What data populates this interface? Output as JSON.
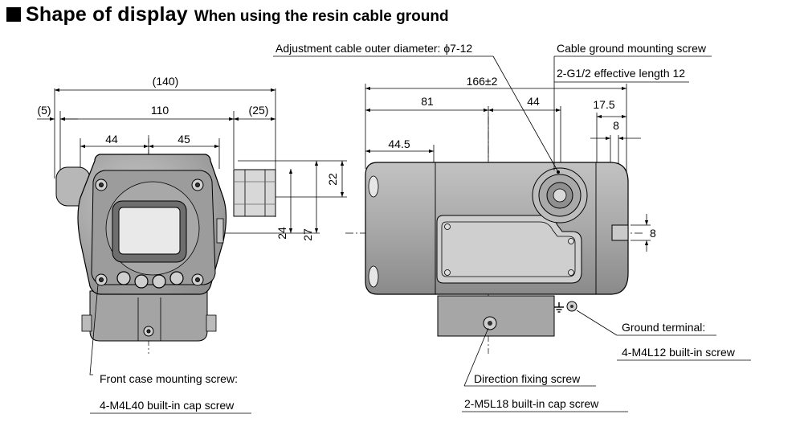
{
  "title": {
    "heading": "Shape of display",
    "subheading": "When using the resin cable ground"
  },
  "front_view": {
    "dim_overall": "(140)",
    "dim_left_offset": "(5)",
    "dim_body_width": "110",
    "dim_right_offset": "(25)",
    "dim_left_half": "44",
    "dim_right_half": "45",
    "dim_cable_height": "22",
    "dim_center_to_cable": "24",
    "dim_center_to_top": "27",
    "callout_front_screw_line1": "Front case mounting screw:",
    "callout_front_screw_line2": "4-M4L40 built-in cap screw"
  },
  "side_view": {
    "dim_total_length": "166±2",
    "dim_front_to_center": "81",
    "dim_center_to_gland": "44",
    "dim_front_to_rib": "44.5",
    "dim_gland_offset": "17.5",
    "dim_terminal_width": "8",
    "dim_terminal_height": "8",
    "callout_cable_diameter": "Adjustment cable outer diameter: ϕ7-12",
    "callout_gland_line1": "Cable ground mounting screw",
    "callout_gland_line2": "2-G1/2 effective length 12",
    "callout_ground_line1": "Ground terminal:",
    "callout_ground_line2": "4-M4L12 built-in screw",
    "callout_direction_line1": "Direction fixing screw",
    "callout_direction_line2": "2-M5L18 built-in cap screw"
  },
  "icons": [
    "ground-symbol-icon",
    "screw-head-icon",
    "display-window-icon",
    "push-button-icon"
  ]
}
